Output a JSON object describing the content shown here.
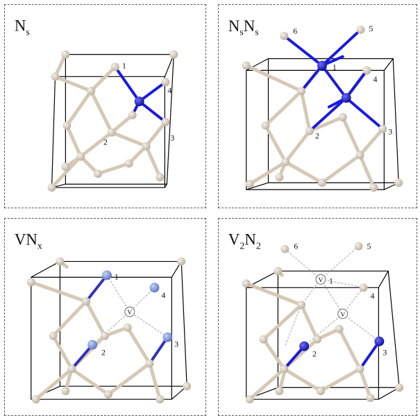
{
  "panels": [
    {
      "title_main": "N",
      "title_sub": "s",
      "title_rest_main": "",
      "title_rest_sub": "",
      "labels": [
        "1",
        "2",
        "3",
        "4"
      ]
    },
    {
      "title_main": "N",
      "title_sub": "s",
      "title_rest_main": "N",
      "title_rest_sub": "s",
      "labels": [
        "1",
        "2",
        "3",
        "4",
        "5",
        "6"
      ]
    },
    {
      "title_main": "VN",
      "title_sub": "x",
      "title_rest_main": "",
      "title_rest_sub": "",
      "labels": [
        "1",
        "2",
        "3",
        "4"
      ],
      "vacancy_labels": [
        "V"
      ]
    },
    {
      "title_main": "V",
      "title_sub": "2",
      "title_rest_main": "N",
      "title_rest_sub": "2",
      "labels": [
        "1",
        "2",
        "3",
        "4",
        "5",
        "6"
      ],
      "vacancy_labels": [
        "V",
        "V"
      ]
    }
  ],
  "colors": {
    "carbon": "#d9cdbd",
    "carbon_bond": "#d5c9b6",
    "nitrogen": "#1a1adf",
    "nitrogen_light": "#7f95d6",
    "cube_edge": "#000000",
    "vacancy_line": "#bfbfbf"
  }
}
